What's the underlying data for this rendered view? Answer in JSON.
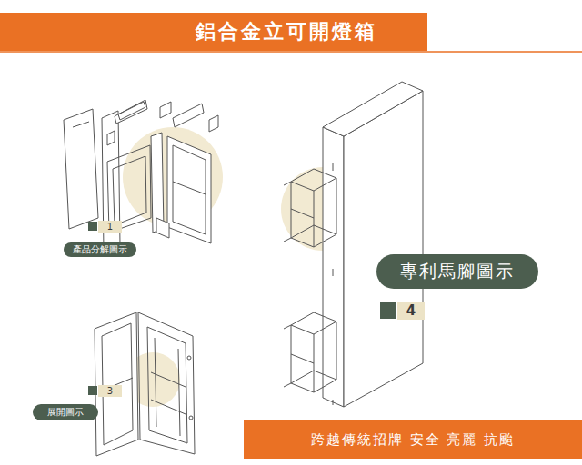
{
  "diagram": {
    "title": "鋁合金立可開燈箱",
    "nodes": [
      {
        "text": [
          "產品分解圖示"
        ]
      },
      {
        "text": [
          "專利馬腳圖示"
        ]
      },
      {
        "text": [
          "展開圖示"
        ]
      },
      {
        "text": [
          "跨越傳統招牌 安全 亮麗 抗颱"
        ]
      }
    ],
    "labels": [
      "1",
      "4",
      "3"
    ]
  }
}
